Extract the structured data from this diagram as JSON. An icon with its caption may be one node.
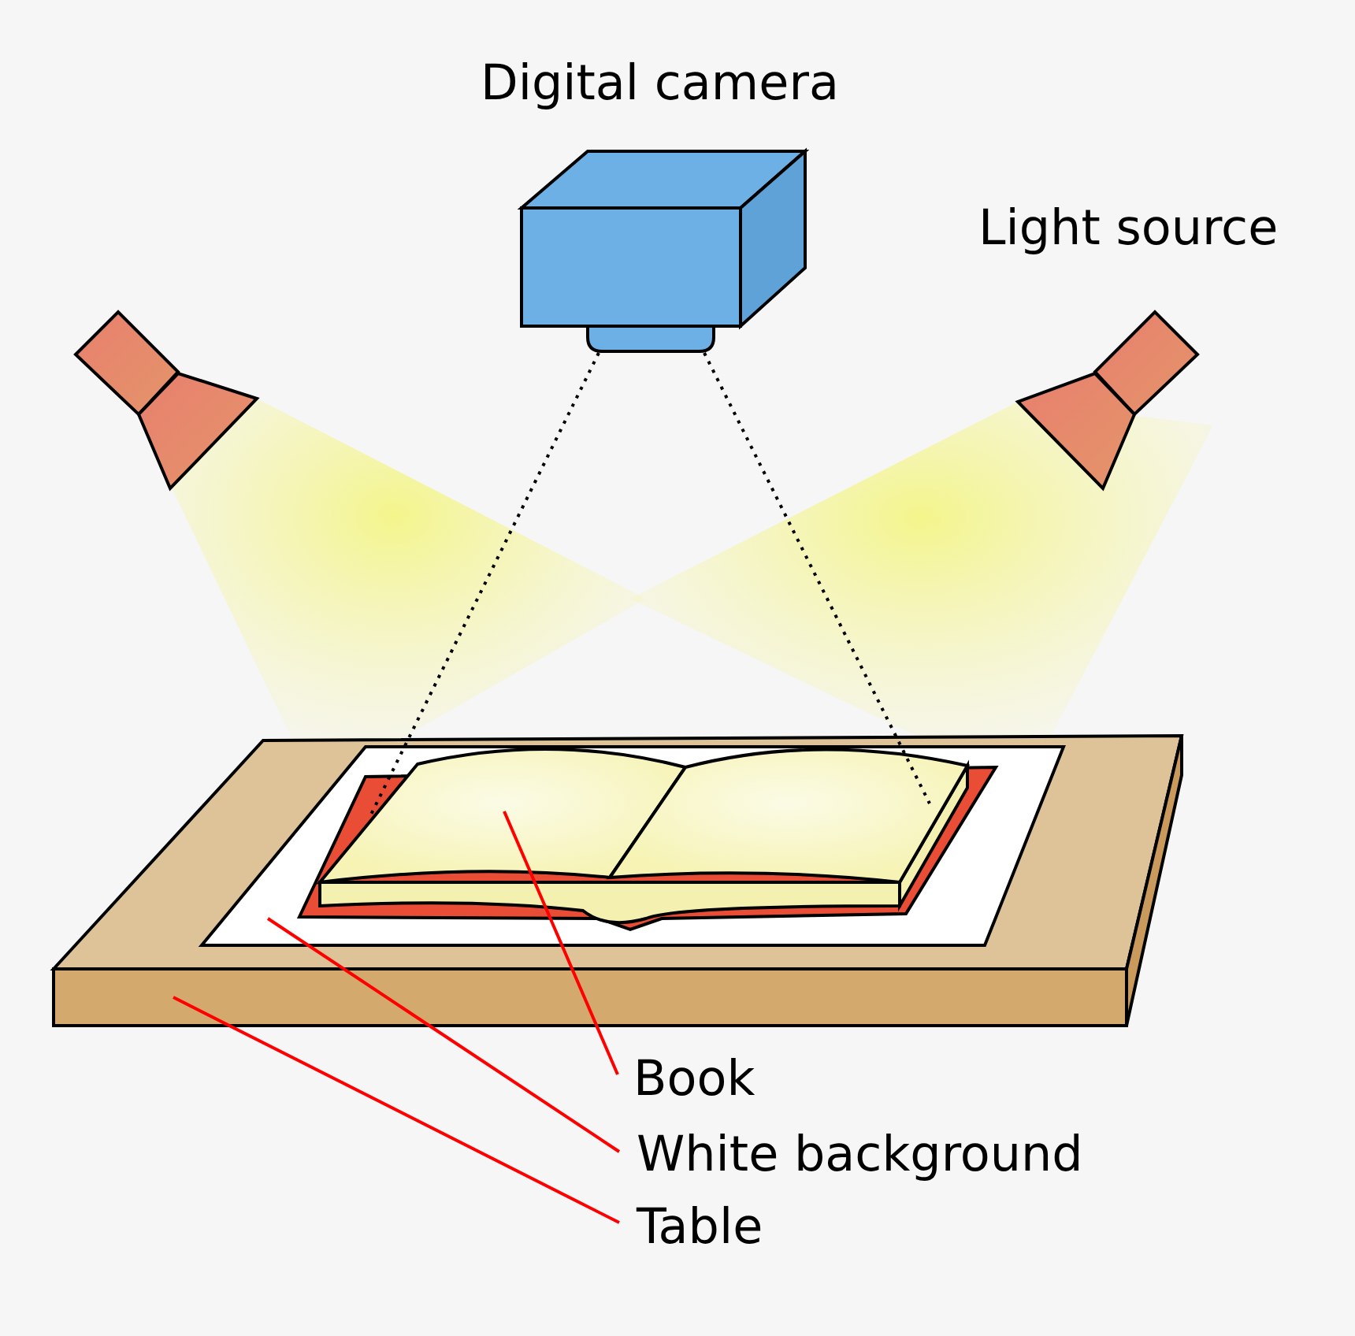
{
  "diagram": {
    "nodes": [
      {
        "text": [],
        "shape": "picture",
        "in": 1
      },
      {
        "text": [],
        "shape": "box",
        "in": 2
      },
      {
        "text": [],
        "shape": "box"
      },
      {
        "text": [
          "Book"
        ]
      },
      {
        "text": [
          "White background"
        ]
      },
      {
        "text": [
          "Table"
        ]
      }
    ],
    "edges": [
      {
        "from": 3,
        "to": 0,
        "arrow": "none"
      },
      {
        "from": 4,
        "to": 1,
        "arrow": "none"
      },
      {
        "from": 5,
        "to": 2,
        "arrow": "none"
      }
    ],
    "labels": [
      "Digital camera",
      "Light source"
    ]
  }
}
